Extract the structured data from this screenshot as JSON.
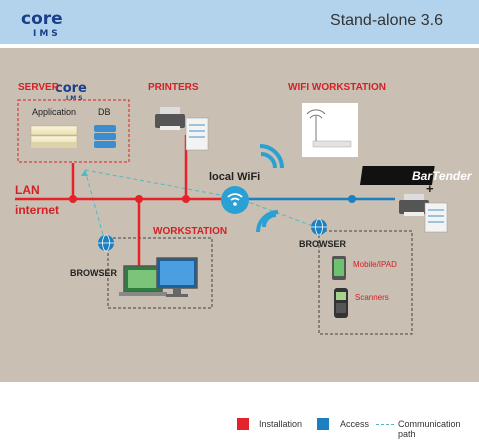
{
  "header": {
    "logo": {
      "line1": "core",
      "line2": "IMS"
    },
    "title": "Stand-alone 3.6"
  },
  "labels": {
    "server": "SERVER",
    "application": "Application",
    "db": "DB",
    "printers": "PRINTERS",
    "wifi_workstation": "WIFI WORKSTATION",
    "lan": "LAN",
    "internet": "internet",
    "local_wifi": "local WiFi",
    "workstation": "WORKSTATION",
    "browser_left": "BROWSER",
    "browser_right": "BROWSER",
    "mobile": "Mobile/IPAD",
    "scanners": "Scanners",
    "bartender": "BarTender",
    "plus": "+"
  },
  "legend": {
    "installation": "Installation",
    "access": "Access",
    "communication": "Communication path"
  },
  "colors": {
    "installation": "#e52229",
    "access": "#1c7fbf",
    "communication": "#4fb9c3",
    "background": "#c9bfb2",
    "header": "#b3d3ec"
  },
  "icons": [
    "server-icon",
    "database-icon",
    "printer-icon",
    "wifi-router-icon",
    "wifi-signal-icon",
    "globe-icon",
    "laptop-icon",
    "monitor-icon",
    "tablet-icon",
    "barcode-scanner-icon"
  ]
}
